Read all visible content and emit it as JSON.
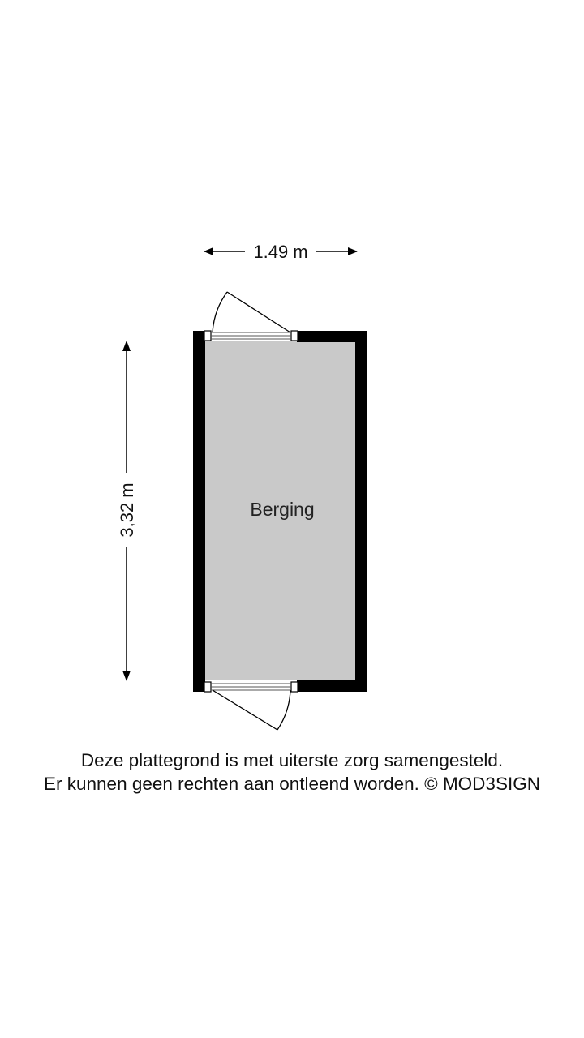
{
  "plan": {
    "room_name": "Berging",
    "width_label": "1.49 m",
    "height_label": "3,32 m",
    "colors": {
      "wall": "#000000",
      "floor": "#c9c9c9",
      "door": "#555555"
    }
  },
  "disclaimer": {
    "line1": "Deze plattegrond is met uiterste zorg samengesteld.",
    "line2": "Er kunnen geen rechten aan ontleend worden. © MOD3SIGN"
  }
}
